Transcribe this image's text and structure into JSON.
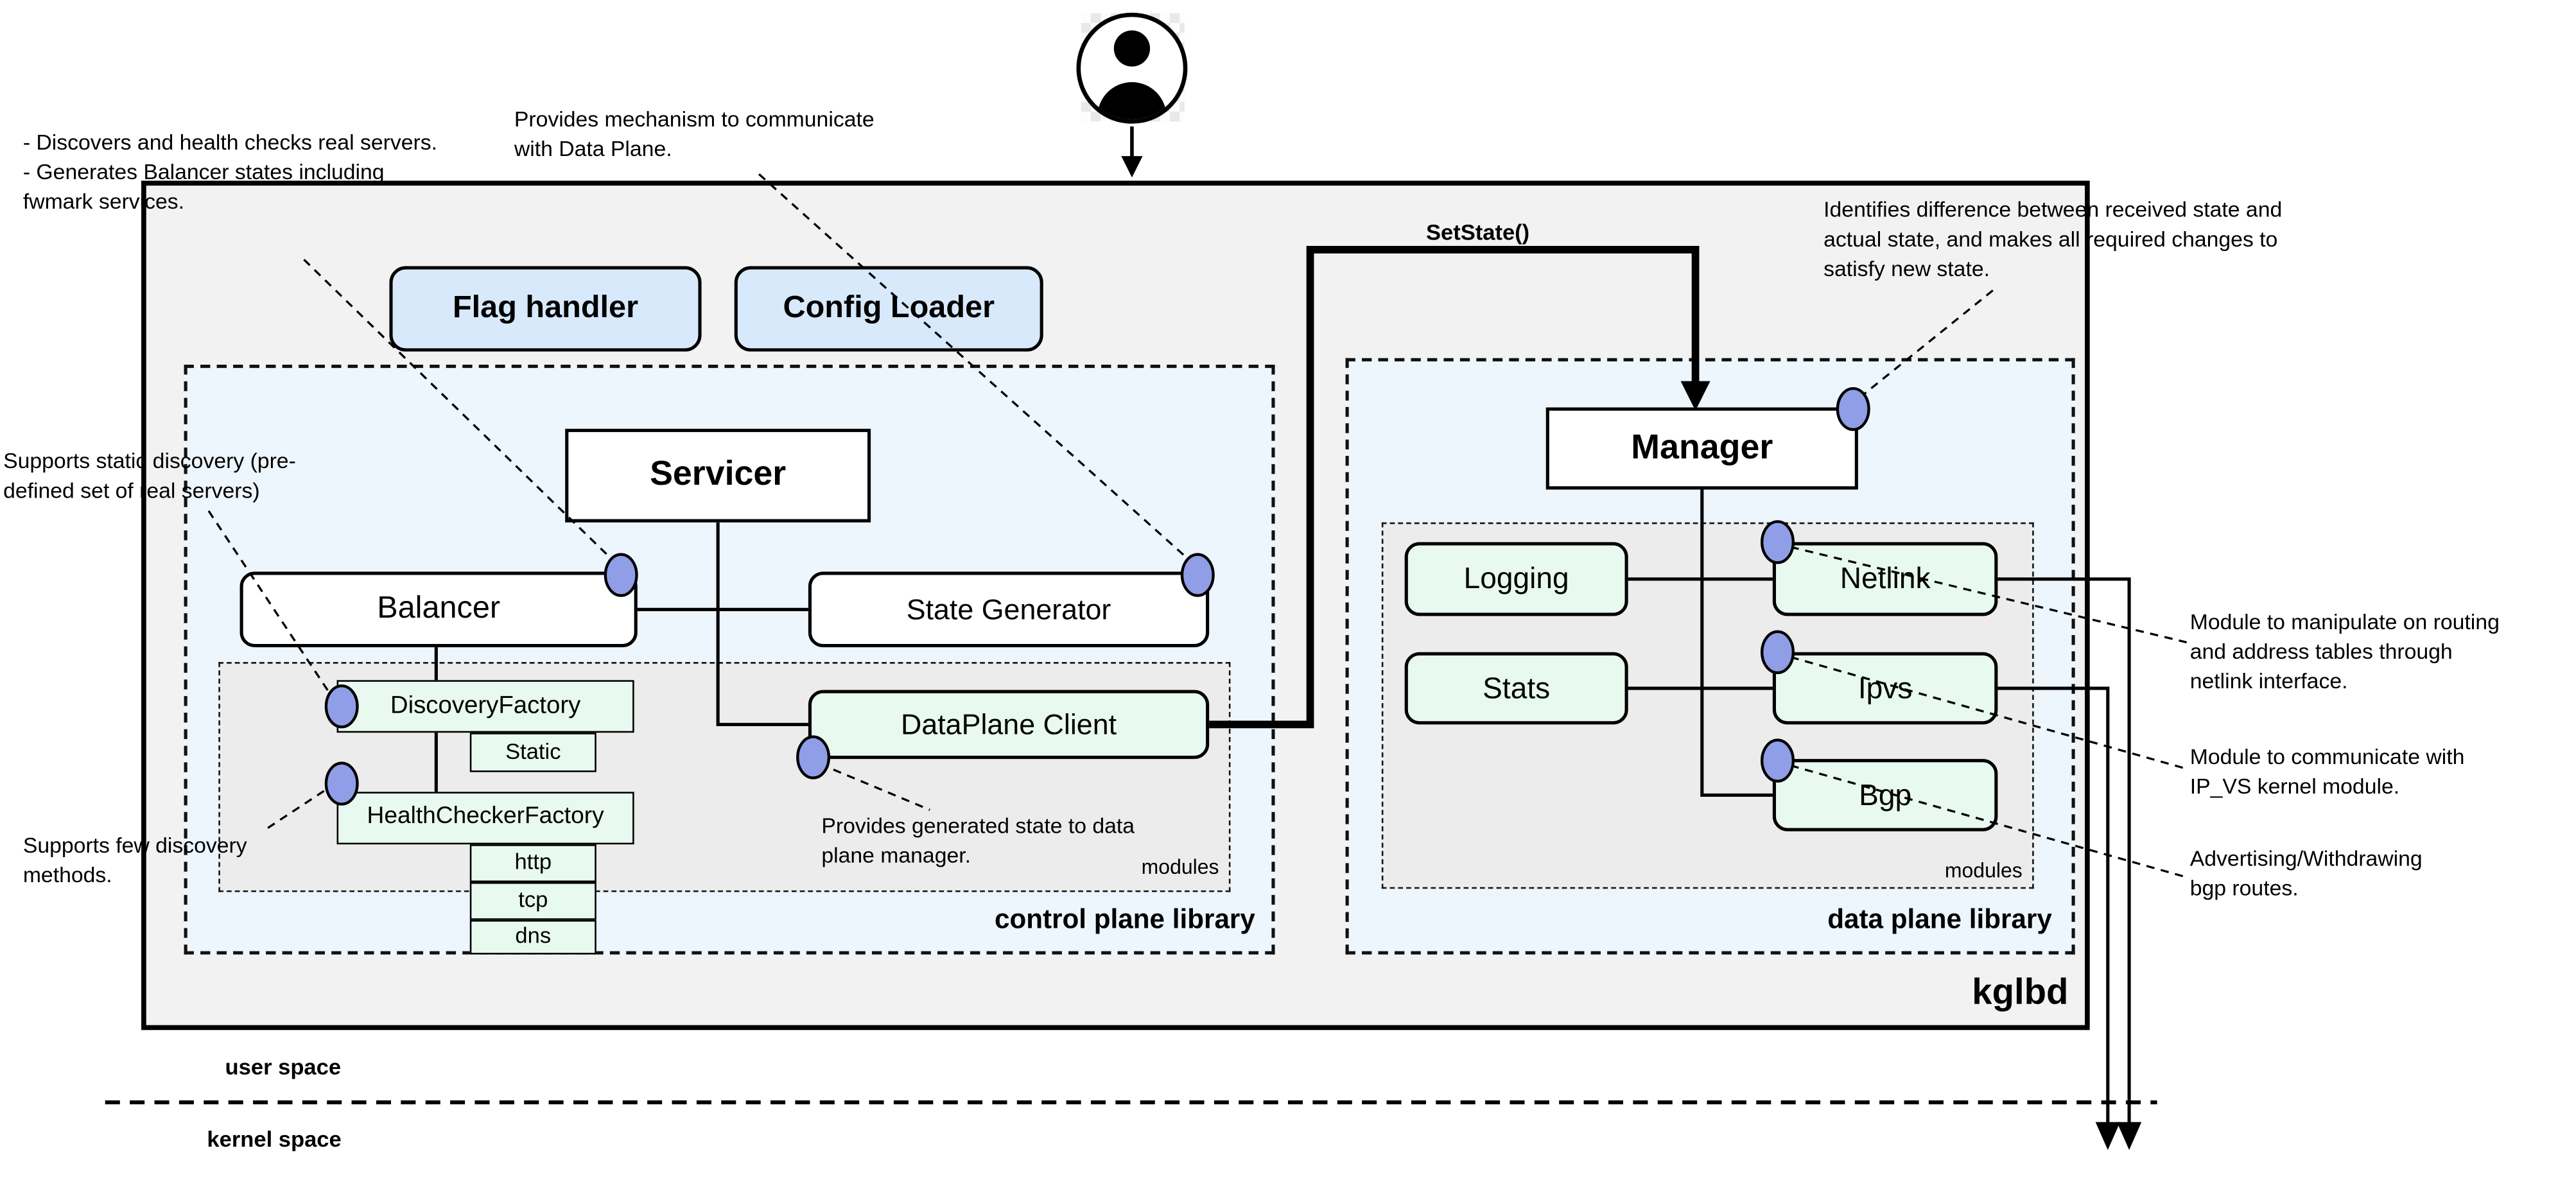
{
  "diagram": {
    "title": "kglbd",
    "kind": "software architecture diagram"
  },
  "labels": {
    "kglbd": "kglbd",
    "set_state": "SetState()",
    "user_space": "user space",
    "kernel_space": "kernel space",
    "control_plane_library": "control plane library",
    "data_plane_library": "data plane library",
    "control_modules": "modules",
    "data_modules": "modules"
  },
  "control_plane": {
    "flag_handler": "Flag handler",
    "config_loader": "Config Loader",
    "servicer": "Servicer",
    "balancer": "Balancer",
    "state_generator": "State Generator",
    "dataplane_client": "DataPlane Client",
    "modules": {
      "discovery_factory": "DiscoveryFactory",
      "static": "Static",
      "health_checker_factory": "HealthCheckerFactory",
      "http": "http",
      "tcp": "tcp",
      "dns": "dns"
    }
  },
  "data_plane": {
    "manager": "Manager",
    "logging": "Logging",
    "stats": "Stats",
    "netlink": "Netlink",
    "ipvs": "Ipvs",
    "bgp": "Bgp"
  },
  "annotations": {
    "balancer_note": "- Discovers and health checks  real servers.\n- Generates Balancer states including\nfwmark services.",
    "state_generator_note": "Provides mechanism to communicate\nwith Data Plane.",
    "static_discovery_note": "Supports static discovery (pre-\ndefined set of real servers)",
    "few_discovery_note": "Supports few discovery\nmethods.",
    "dataplane_client_note": "Provides generated state to data\nplane manager.",
    "manager_note": "Identifies difference between received state and\nactual state, and makes all required changes to\nsatisfy new state.",
    "netlink_note": "Module to manipulate on routing\nand address tables through\nnetlink interface.",
    "ipvs_note": "Module to communicate with\nIP_VS kernel module.",
    "bgp_note": "Advertising/Withdrawing\nbgp routes."
  },
  "icons": {
    "person": "user-actor"
  },
  "colors": {
    "outer_fill": "#F2F2F3",
    "library_fill": "#EDF5FD",
    "modules_fill": "#ECECEC",
    "blue_box": "#D7E9FB",
    "green_box": "#E8F9F0",
    "connector_ellipse": "#8F9EE6",
    "line": "#000000"
  }
}
